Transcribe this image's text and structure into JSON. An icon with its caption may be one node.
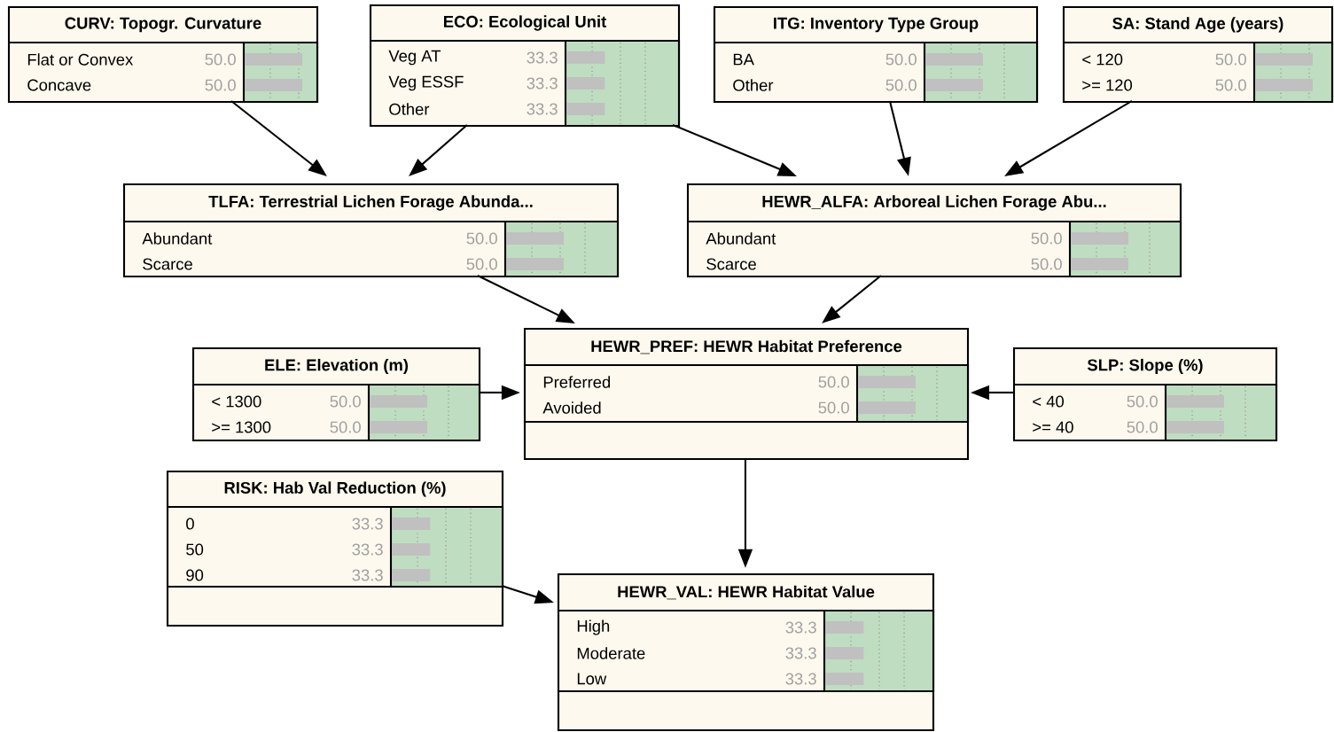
{
  "diagram": {
    "nodes": [
      {
        "text": [
          "CURV: Topogr. Curvature",
          "Flat or Convex",
          "50.0",
          "Concave",
          "50.0"
        ]
      },
      {
        "text": [
          "ECO: Ecological Unit",
          "Veg AT",
          "33.3",
          "Veg ESSF",
          "33.3",
          "Other",
          "33.3"
        ]
      },
      {
        "text": [
          "ITG: Inventory Type Group",
          "BA",
          "50.0",
          "Other",
          "50.0"
        ]
      },
      {
        "text": [
          "SA: Stand Age (years)",
          "< 120",
          "50.0",
          ">= 120",
          "50.0"
        ]
      },
      {
        "text": [
          "TLFA: Terrestrial Lichen Forage Abunda...",
          "Abundant",
          "50.0",
          "Scarce",
          "50.0"
        ]
      },
      {
        "text": [
          "HEWR_ALFA: Arboreal Lichen Forage Abu...",
          "Abundant",
          "50.0",
          "Scarce",
          "50.0"
        ]
      },
      {
        "text": [
          "HEWR_PREF: HEWR Habitat Preference",
          "Preferred",
          "50.0",
          "Avoided",
          "50.0"
        ]
      },
      {
        "text": [
          "ELE: Elevation (m)",
          "< 1300",
          "50.0",
          ">= 1300",
          "50.0"
        ]
      },
      {
        "text": [
          "SLP: Slope (%)",
          "< 40",
          "50.0",
          ">= 40",
          "50.0"
        ]
      },
      {
        "text": [
          "RISK: Hab Val Reduction (%)",
          "0",
          "33.3",
          "50",
          "33.3",
          "90",
          "33.3"
        ]
      },
      {
        "text": [
          "HEWR_VAL: HEWR Habitat Value",
          "High",
          "33.3",
          "Moderate",
          "33.3",
          "Low",
          "33.3"
        ]
      }
    ],
    "edges": [
      {
        "from": 0,
        "to": 4,
        "arrow": "to"
      },
      {
        "from": 1,
        "to": 4,
        "arrow": "to"
      },
      {
        "from": 1,
        "to": 5,
        "arrow": "to"
      },
      {
        "from": 2,
        "to": 5,
        "arrow": "to"
      },
      {
        "from": 3,
        "to": 5,
        "arrow": "to"
      },
      {
        "from": 4,
        "to": 6,
        "arrow": "to"
      },
      {
        "from": 5,
        "to": 6,
        "arrow": "to"
      },
      {
        "from": 7,
        "to": 6,
        "arrow": "to"
      },
      {
        "from": 8,
        "to": 6,
        "arrow": "to"
      },
      {
        "from": 6,
        "to": 10,
        "arrow": "to"
      },
      {
        "from": 9,
        "to": 10,
        "arrow": "to"
      }
    ]
  }
}
